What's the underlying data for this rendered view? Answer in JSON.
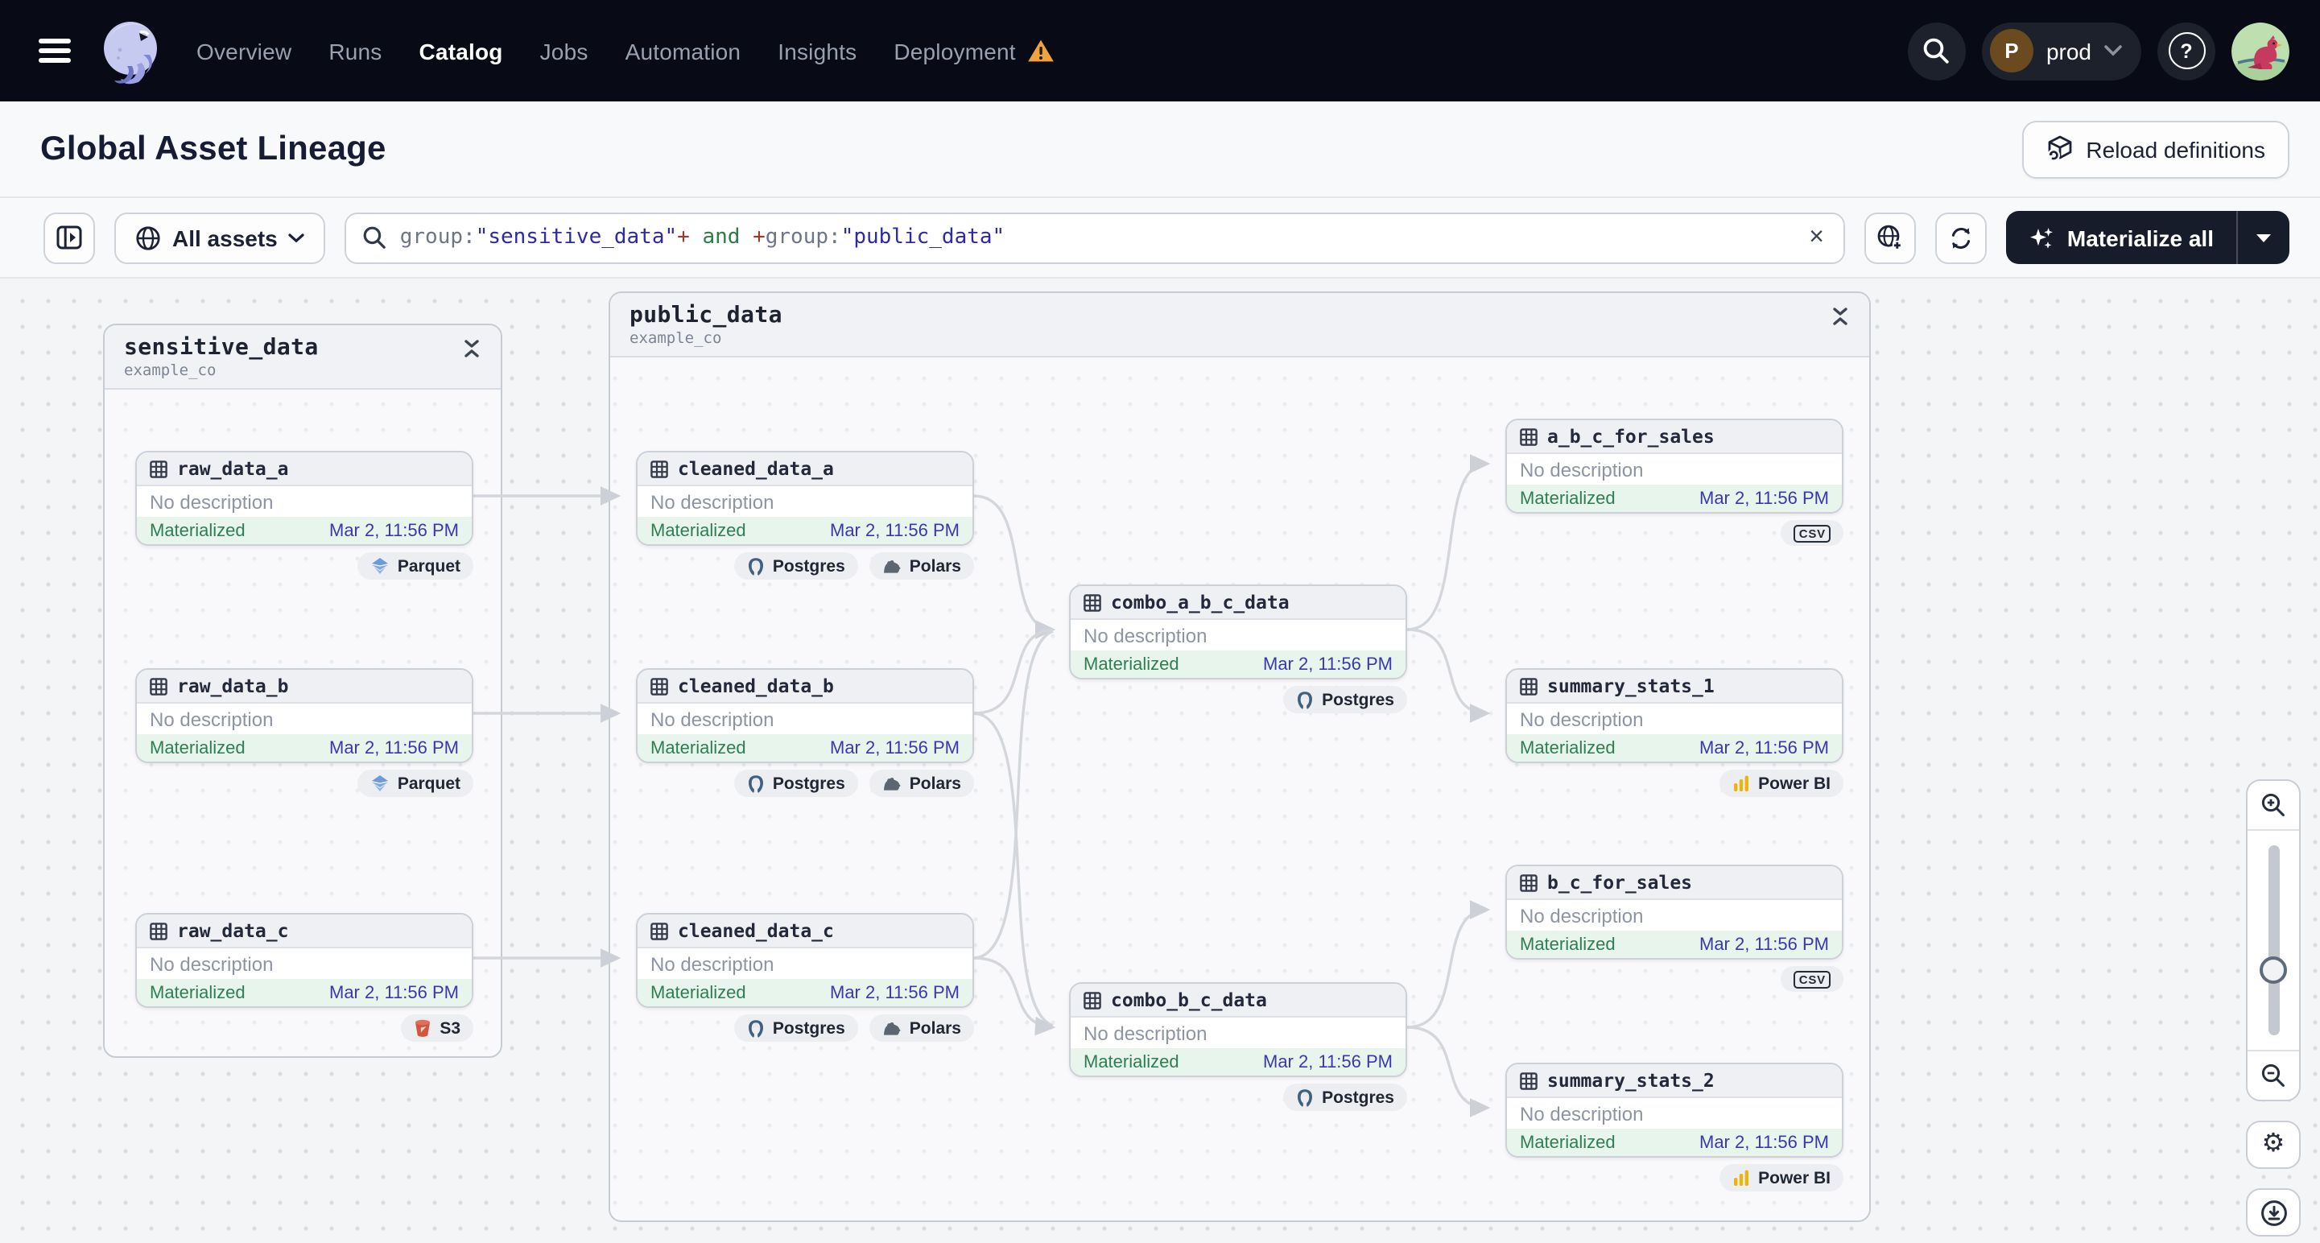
{
  "nav": {
    "items": [
      {
        "label": "Overview",
        "active": false
      },
      {
        "label": "Runs",
        "active": false
      },
      {
        "label": "Catalog",
        "active": true
      },
      {
        "label": "Jobs",
        "active": false
      },
      {
        "label": "Automation",
        "active": false
      },
      {
        "label": "Insights",
        "active": false
      },
      {
        "label": "Deployment",
        "active": false,
        "warning": true
      }
    ],
    "environment": {
      "initial": "P",
      "label": "prod"
    }
  },
  "header": {
    "title": "Global Asset Lineage",
    "reload_label": "Reload definitions"
  },
  "filter_bar": {
    "scope_label": "All assets",
    "query": {
      "tokens": [
        {
          "text": "group:",
          "kind": "key"
        },
        {
          "text": "\"sensitive_data\"",
          "kind": "value"
        },
        {
          "text": "+",
          "kind": "op"
        },
        {
          "text": " and ",
          "kind": "bool"
        },
        {
          "text": "+",
          "kind": "op"
        },
        {
          "text": "group:",
          "kind": "key"
        },
        {
          "text": "\"public_data\"",
          "kind": "value"
        }
      ]
    },
    "materialize_label": "Materialize all"
  },
  "icons": {
    "clear": "×",
    "help": "?",
    "gear": "⚙"
  },
  "graph": {
    "groups": [
      {
        "name": "sensitive_data",
        "location": "example_co"
      },
      {
        "name": "public_data",
        "location": "example_co"
      }
    ],
    "nodes": [
      {
        "name": "raw_data_a",
        "description": "No description",
        "status": "Materialized",
        "timestamp": "Mar 2, 11:56 PM",
        "badges": [
          "Parquet"
        ]
      },
      {
        "name": "raw_data_b",
        "description": "No description",
        "status": "Materialized",
        "timestamp": "Mar 2, 11:56 PM",
        "badges": [
          "Parquet"
        ]
      },
      {
        "name": "raw_data_c",
        "description": "No description",
        "status": "Materialized",
        "timestamp": "Mar 2, 11:56 PM",
        "badges": [
          "S3"
        ]
      },
      {
        "name": "cleaned_data_a",
        "description": "No description",
        "status": "Materialized",
        "timestamp": "Mar 2, 11:56 PM",
        "badges": [
          "Postgres",
          "Polars"
        ]
      },
      {
        "name": "cleaned_data_b",
        "description": "No description",
        "status": "Materialized",
        "timestamp": "Mar 2, 11:56 PM",
        "badges": [
          "Postgres",
          "Polars"
        ]
      },
      {
        "name": "cleaned_data_c",
        "description": "No description",
        "status": "Materialized",
        "timestamp": "Mar 2, 11:56 PM",
        "badges": [
          "Postgres",
          "Polars"
        ]
      },
      {
        "name": "combo_a_b_c_data",
        "description": "No description",
        "status": "Materialized",
        "timestamp": "Mar 2, 11:56 PM",
        "badges": [
          "Postgres"
        ]
      },
      {
        "name": "combo_b_c_data",
        "description": "No description",
        "status": "Materialized",
        "timestamp": "Mar 2, 11:56 PM",
        "badges": [
          "Postgres"
        ]
      },
      {
        "name": "a_b_c_for_sales",
        "description": "No description",
        "status": "Materialized",
        "timestamp": "Mar 2, 11:56 PM",
        "badges": [
          "CSV"
        ]
      },
      {
        "name": "summary_stats_1",
        "description": "No description",
        "status": "Materialized",
        "timestamp": "Mar 2, 11:56 PM",
        "badges": [
          "Power BI"
        ]
      },
      {
        "name": "b_c_for_sales",
        "description": "No description",
        "status": "Materialized",
        "timestamp": "Mar 2, 11:56 PM",
        "badges": [
          "CSV"
        ]
      },
      {
        "name": "summary_stats_2",
        "description": "No description",
        "status": "Materialized",
        "timestamp": "Mar 2, 11:56 PM",
        "badges": [
          "Power BI"
        ]
      }
    ],
    "status_colors": {
      "materialized_text": "#2f7e52",
      "materialized_bg": "#e7f5ec",
      "timestamp_text": "#3b38ae",
      "warning_accent": "#f0a23e"
    }
  }
}
